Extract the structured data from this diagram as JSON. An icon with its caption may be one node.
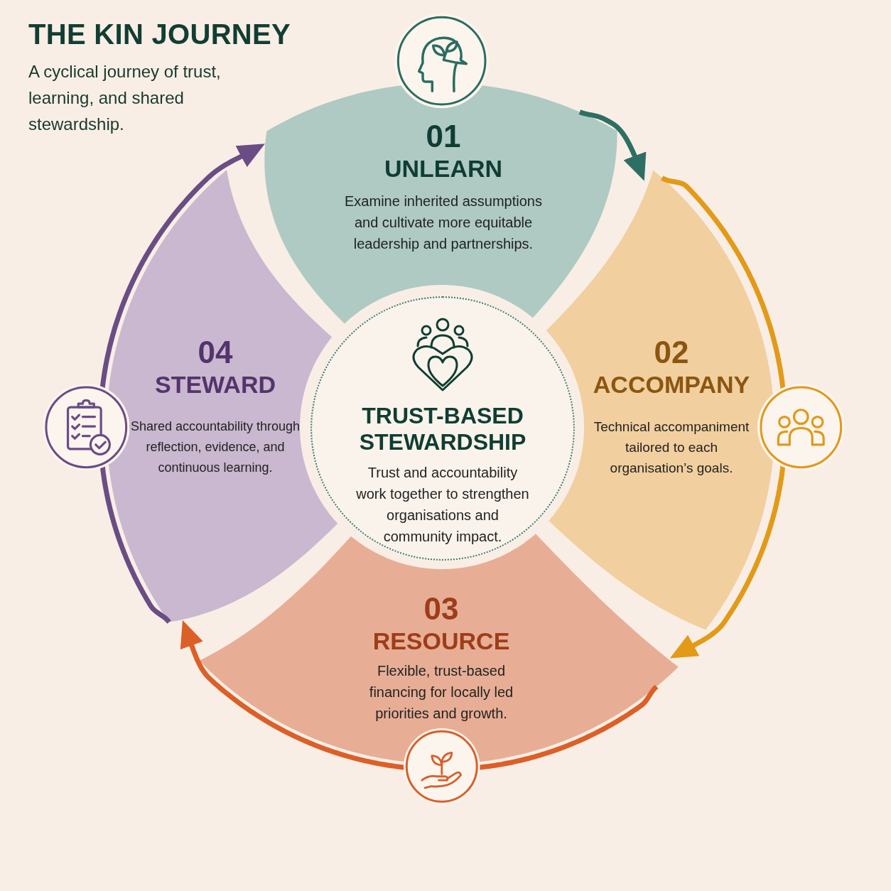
{
  "diagram": {
    "title": "THE KIN JOURNEY",
    "nodes": [
      {
        "text": [
          "01",
          "UNLEARN",
          "Examine inherited assumptions and cultivate more equitable leadership and partnerships."
        ]
      },
      {
        "text": [
          "02",
          "ACCOMPANY",
          "Technical accompaniment tailored to each organisation’s goals."
        ]
      },
      {
        "text": [
          "03",
          "RESOURCE",
          "Flexible, trust-based financing for locally led priorities and growth."
        ]
      },
      {
        "text": [
          "04",
          "STEWARD",
          "Shared accountability through reflection, evidence, and continuous learning."
        ]
      },
      {
        "text": [
          "TRUST-BASED STEWARDSHIP",
          "Trust and accountability work together to strengthen organisations and community impact."
        ]
      }
    ],
    "edges": [
      {
        "from": 0,
        "to": 1,
        "arrow": "to",
        "color": "#2e6f64"
      },
      {
        "from": 1,
        "to": 2,
        "arrow": "to",
        "color": "#e29a17"
      },
      {
        "from": 2,
        "to": 3,
        "arrow": "to",
        "color": "#dc5f28"
      },
      {
        "from": 3,
        "to": 0,
        "arrow": "to",
        "color": "#6b4d85"
      }
    ],
    "labels": [
      "A cyclical journey of trust, learning, and shared stewardship."
    ]
  }
}
